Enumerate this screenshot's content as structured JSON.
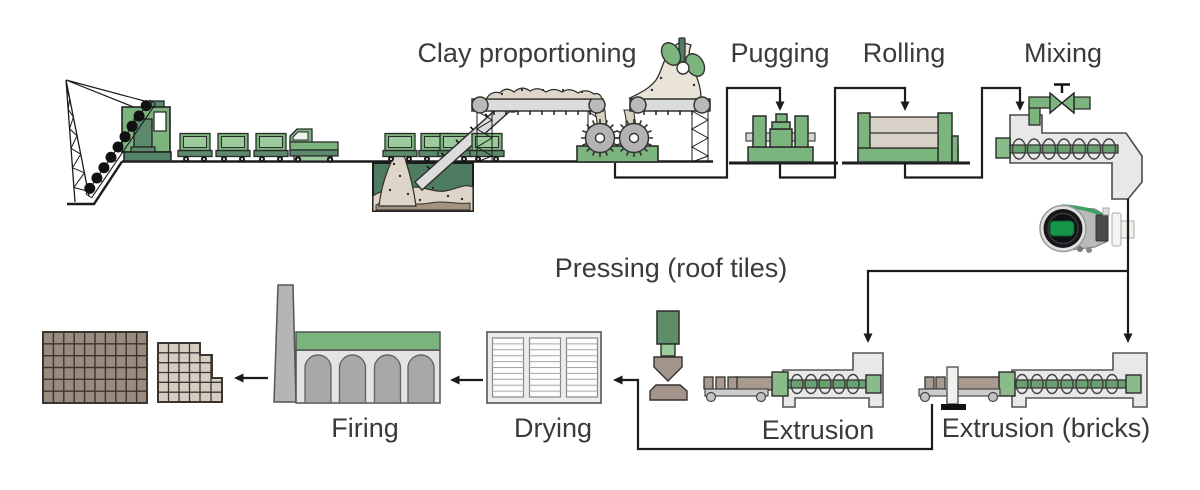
{
  "diagram": {
    "type": "process-flow",
    "subject": "Brick and roof tile manufacturing process",
    "stages": [
      {
        "id": "clay-proportioning",
        "label": "Clay proportioning"
      },
      {
        "id": "pugging",
        "label": "Pugging"
      },
      {
        "id": "rolling",
        "label": "Rolling"
      },
      {
        "id": "mixing",
        "label": "Mixing"
      },
      {
        "id": "pressing",
        "label": "Pressing (roof tiles)"
      },
      {
        "id": "extrusion",
        "label": "Extrusion"
      },
      {
        "id": "extrusion-bricks",
        "label": "Extrusion (bricks)"
      },
      {
        "id": "drying",
        "label": "Drying"
      },
      {
        "id": "firing",
        "label": "Firing"
      }
    ],
    "colors": {
      "machine_green": "#7cb47e",
      "dark_green": "#4e7c62",
      "deep_green": "#55836a",
      "light_green": "#9ccb9b",
      "clay_tan": "#ddd5c8",
      "clay_brown": "#a2927f",
      "steel_gray": "#dcdcdc",
      "pulley_gray": "#b9b9b9",
      "housing_gray": "#e8e8e8",
      "brick_fired": "#9a8b7f",
      "brick_raw": "#d6cdc2",
      "kiln_gray": "#b5b5b5",
      "arch_gray": "#a8a8a8",
      "sensor_screen_green": "#169447",
      "line_black": "#1b1b1b",
      "text_color": "#3a3a3a"
    }
  }
}
